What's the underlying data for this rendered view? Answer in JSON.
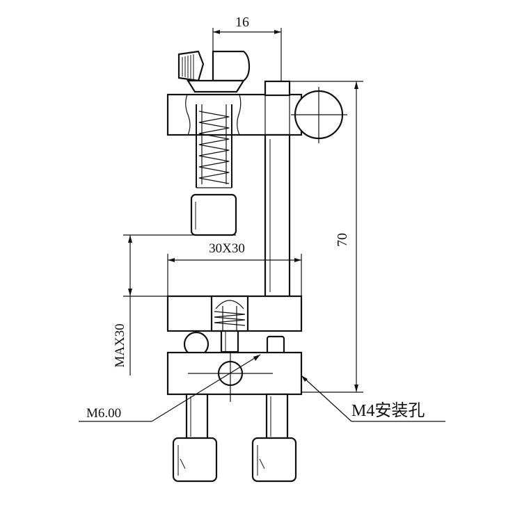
{
  "diagram": {
    "labels": {
      "dim_top": "16",
      "dim_height": "70",
      "dim_pad": "30X30",
      "dim_opening": "MAX30",
      "label_screw": "M6.00",
      "label_mount": "M4安装孔"
    },
    "colors": {
      "line": "#111111",
      "background": "#ffffff"
    }
  }
}
